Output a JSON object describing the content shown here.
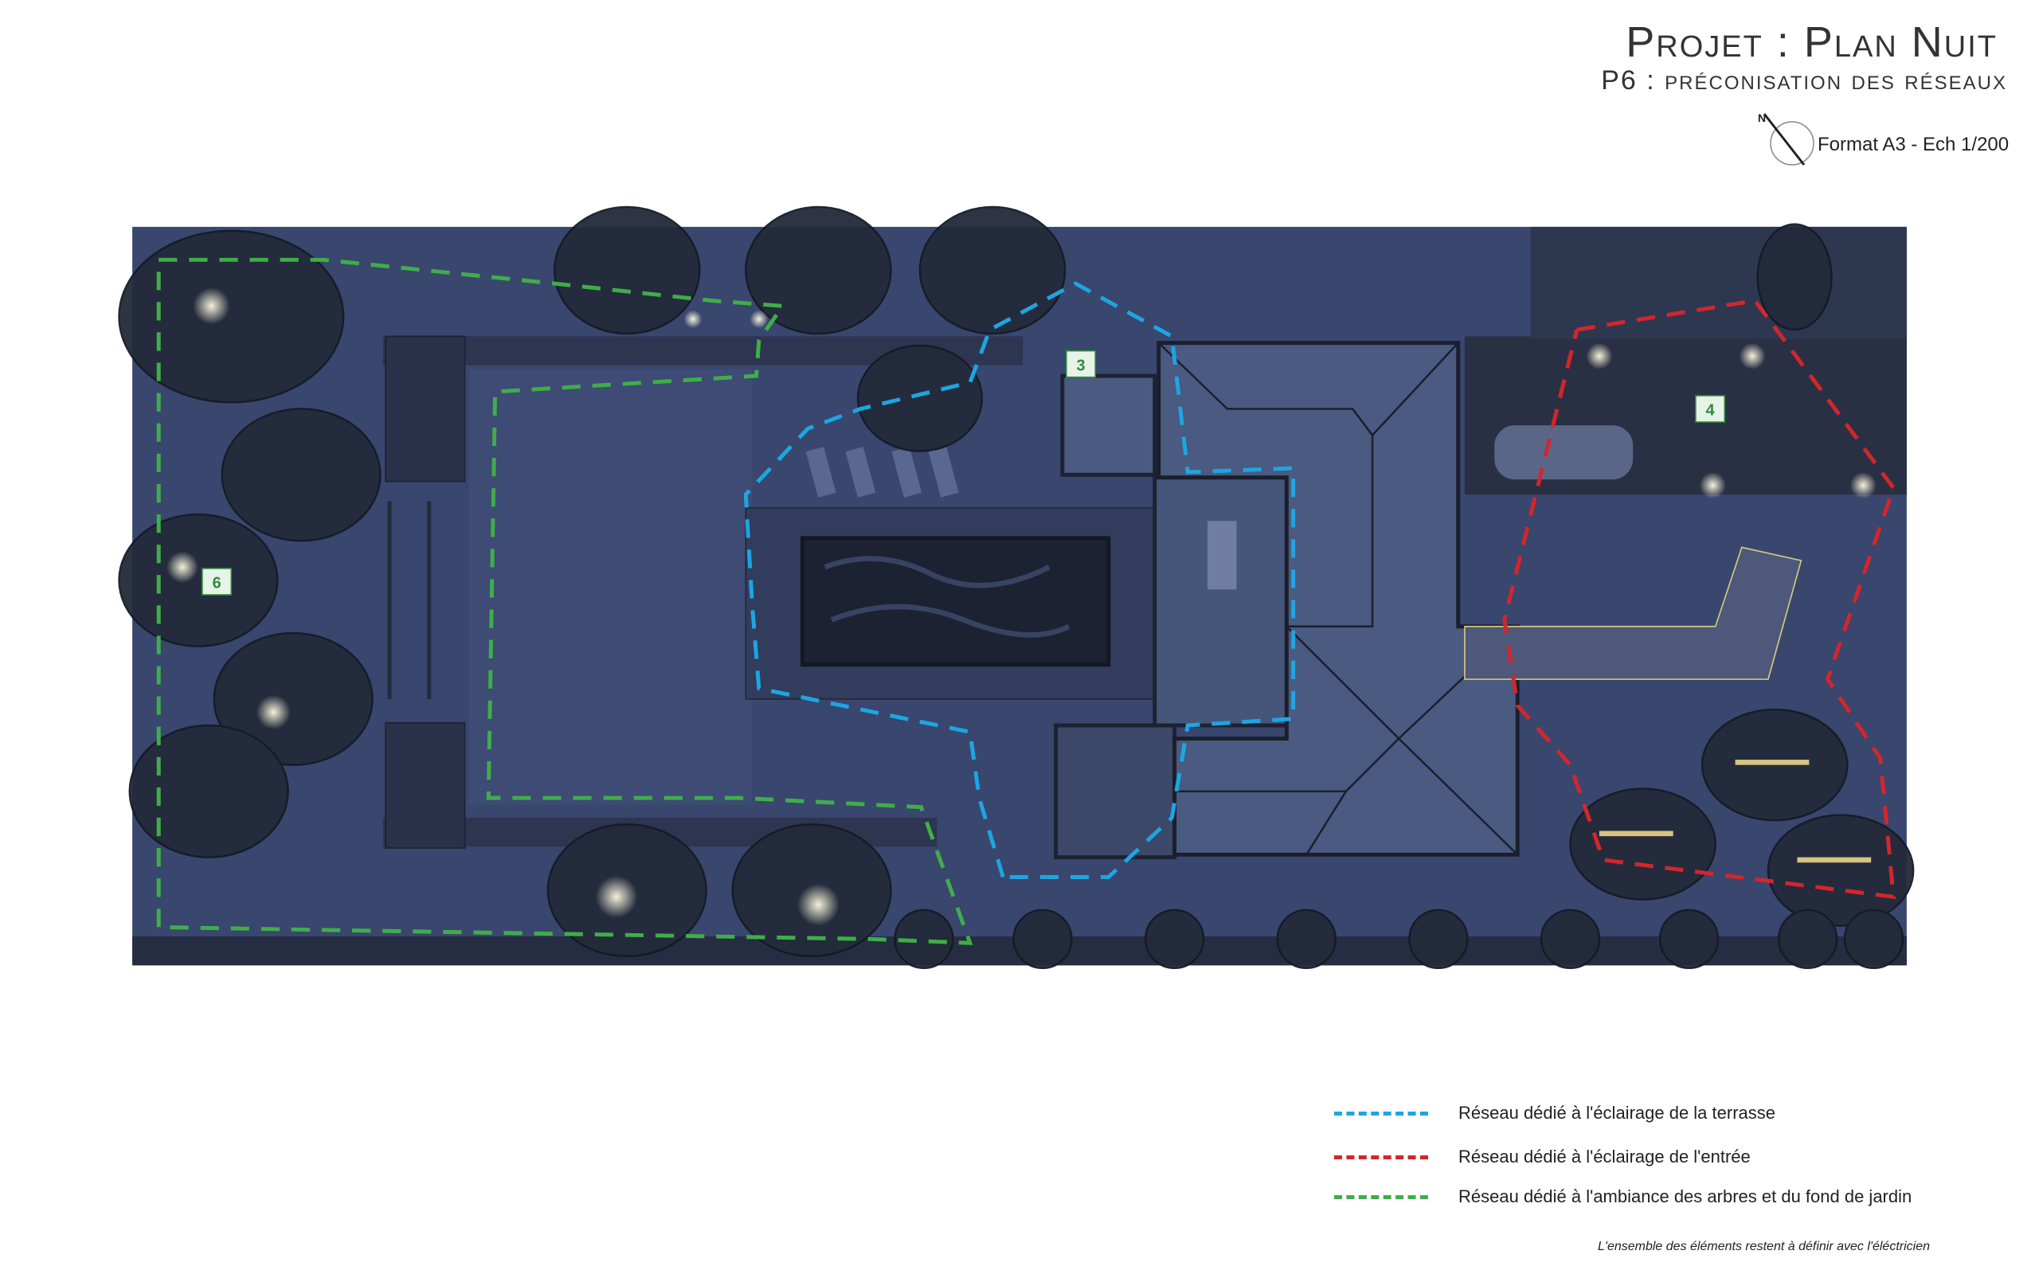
{
  "header": {
    "title": "Projet : Plan Nuit",
    "subtitle": "P6 : préconisation des réseaux",
    "format": "Format A3 - Ech 1/200",
    "north_label": "N"
  },
  "plan": {
    "zones": [
      {
        "id": "3",
        "label": "3"
      },
      {
        "id": "4",
        "label": "4"
      },
      {
        "id": "6",
        "label": "6"
      }
    ]
  },
  "legend": {
    "items": [
      {
        "label": "Réseau dédié à l'éclairage de la terrasse",
        "color": "#1ca6e2"
      },
      {
        "label": "Réseau dédié à l'éclairage de l'entrée",
        "color": "#d3262b"
      },
      {
        "label": "Réseau dédié à l'ambiance des arbres et du fond de jardin",
        "color": "#3fae49"
      }
    ],
    "note": "L'ensemble des éléments restent à définir avec l'éléctricien"
  },
  "colors": {
    "ground": "#39466e",
    "tree": "#232a3a",
    "house_roof": "#4a5a80",
    "pool": "#1c2232"
  }
}
